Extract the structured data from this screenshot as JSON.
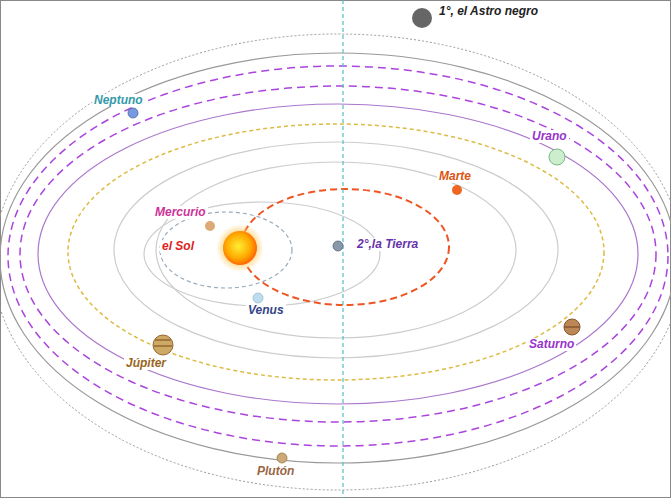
{
  "diagram": {
    "labels": [
      "1°, el Astro negro",
      "Neptuno",
      "Urano",
      "Marte",
      "Mercurio",
      "el Sol",
      "2°,la Tierra",
      "Venus",
      "Júpiter",
      "Saturno",
      "Plutón"
    ]
  }
}
